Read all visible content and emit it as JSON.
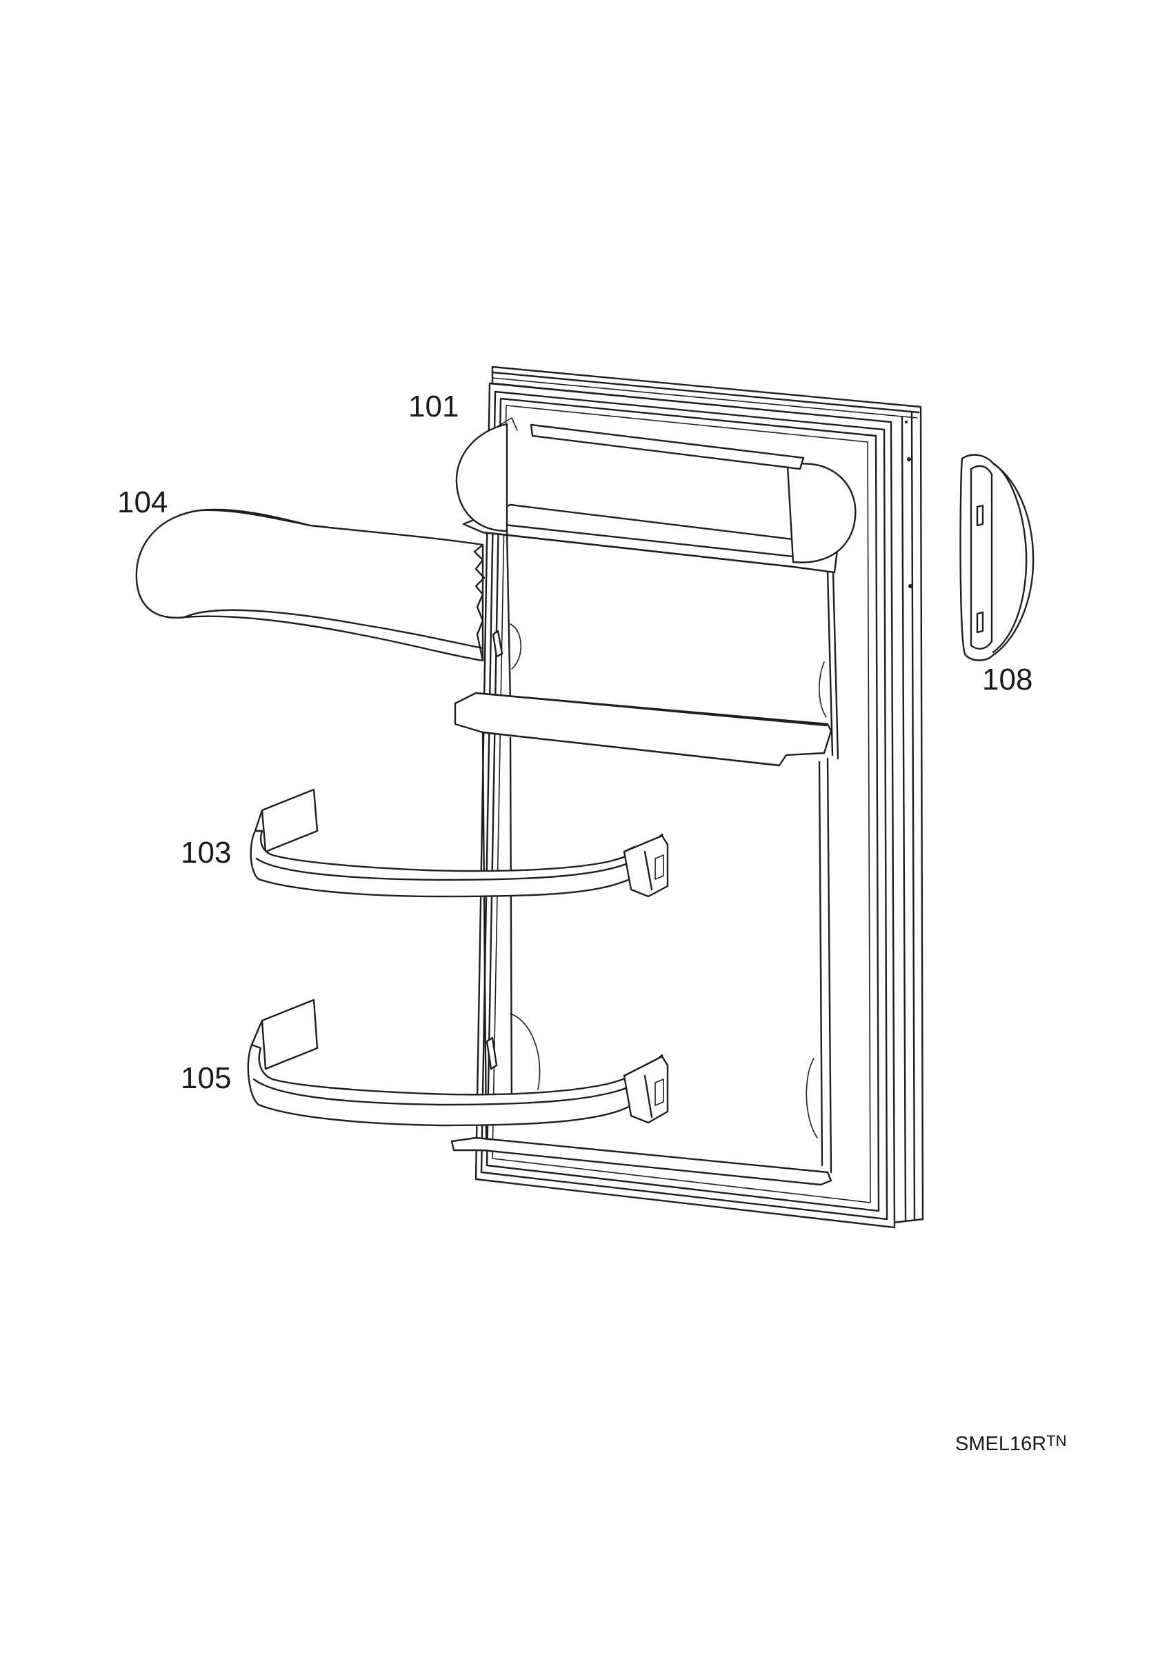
{
  "diagram": {
    "callouts": [
      {
        "id": "101",
        "label": "101"
      },
      {
        "id": "104",
        "label": "104"
      },
      {
        "id": "108",
        "label": "108"
      },
      {
        "id": "103",
        "label": "103"
      },
      {
        "id": "105",
        "label": "105"
      }
    ],
    "drawing_code": "SMEL16R",
    "drawing_code_suffix": "TN"
  }
}
